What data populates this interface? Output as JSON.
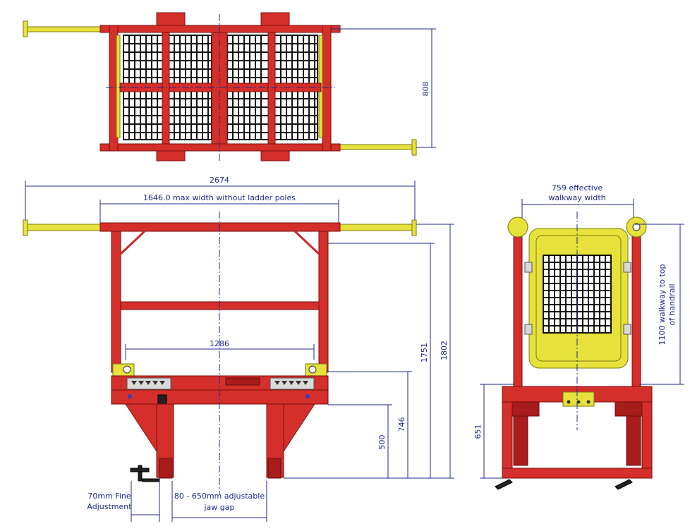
{
  "colors": {
    "frame_red": "#d42f2a",
    "pole_yellow": "#e6e23b",
    "dimension_blue": "#1f2a8a"
  },
  "dimensions": {
    "top_depth": "808",
    "overall_width": "2674",
    "max_width": "1646.0 max width without ladder poles",
    "inner_width": "1286",
    "height_1751": "1751",
    "height_1802": "1802",
    "height_746": "746",
    "height_500": "500",
    "walkway_line1": "759 effective",
    "walkway_line2": "walkway width",
    "handrail_line1": "1100 walkway to top",
    "handrail_line2": "of handrail",
    "side_651": "651"
  },
  "callouts": {
    "fine_adjust_line1": "70mm Fine",
    "fine_adjust_line2": "Adjustment",
    "jaw_gap_line1": "80 - 650mm adjustable",
    "jaw_gap_line2": "jaw gap"
  }
}
